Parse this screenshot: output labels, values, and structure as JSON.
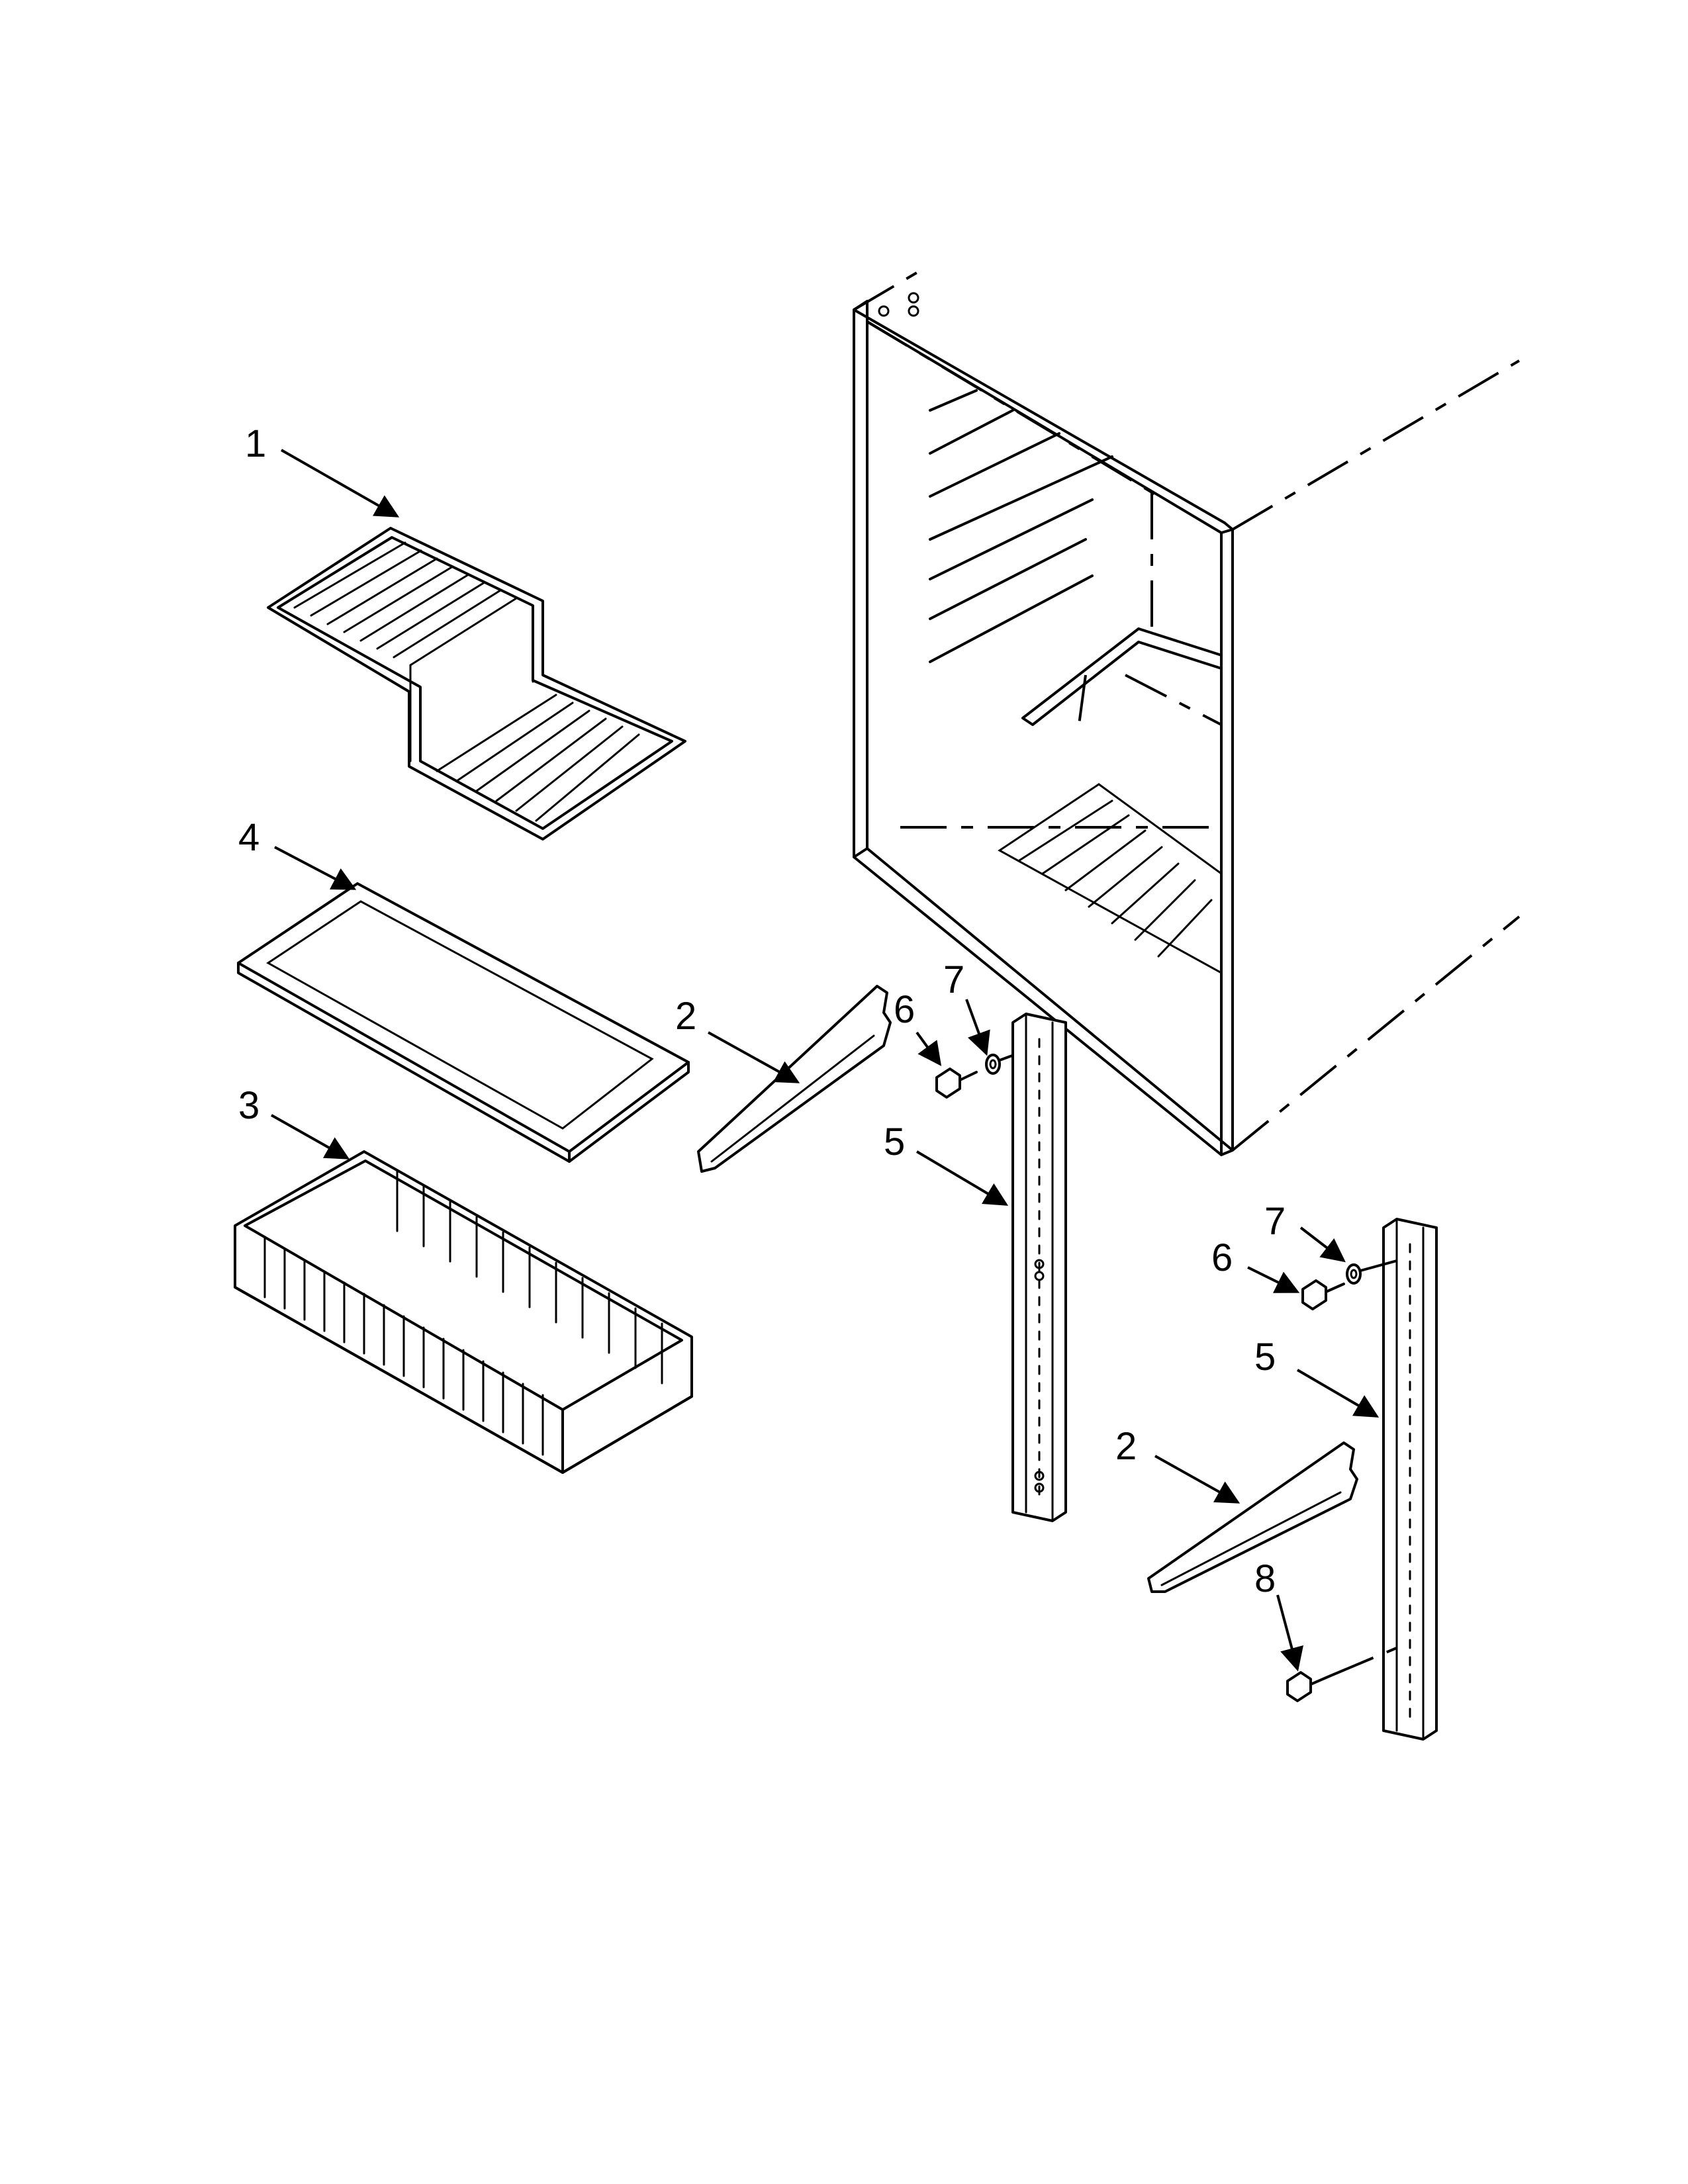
{
  "diagram": {
    "colors": {
      "line": "#000000",
      "background": "#ffffff"
    },
    "callouts": [
      {
        "id": "c1",
        "label": "1",
        "part": "upper-wire-shelf"
      },
      {
        "id": "c4",
        "label": "4",
        "part": "glass-shelf"
      },
      {
        "id": "c3",
        "label": "3",
        "part": "wire-basket"
      },
      {
        "id": "c2a",
        "label": "2",
        "part": "shelf-bracket-left"
      },
      {
        "id": "c6a",
        "label": "6",
        "part": "screw-left"
      },
      {
        "id": "c7a",
        "label": "7",
        "part": "washer-left"
      },
      {
        "id": "c5a",
        "label": "5",
        "part": "shelf-standard-left"
      },
      {
        "id": "c7b",
        "label": "7",
        "part": "washer-right"
      },
      {
        "id": "c6b",
        "label": "6",
        "part": "screw-right"
      },
      {
        "id": "c5b",
        "label": "5",
        "part": "shelf-standard-right"
      },
      {
        "id": "c2b",
        "label": "2",
        "part": "shelf-bracket-right"
      },
      {
        "id": "c8",
        "label": "8",
        "part": "screw-bottom"
      }
    ]
  }
}
